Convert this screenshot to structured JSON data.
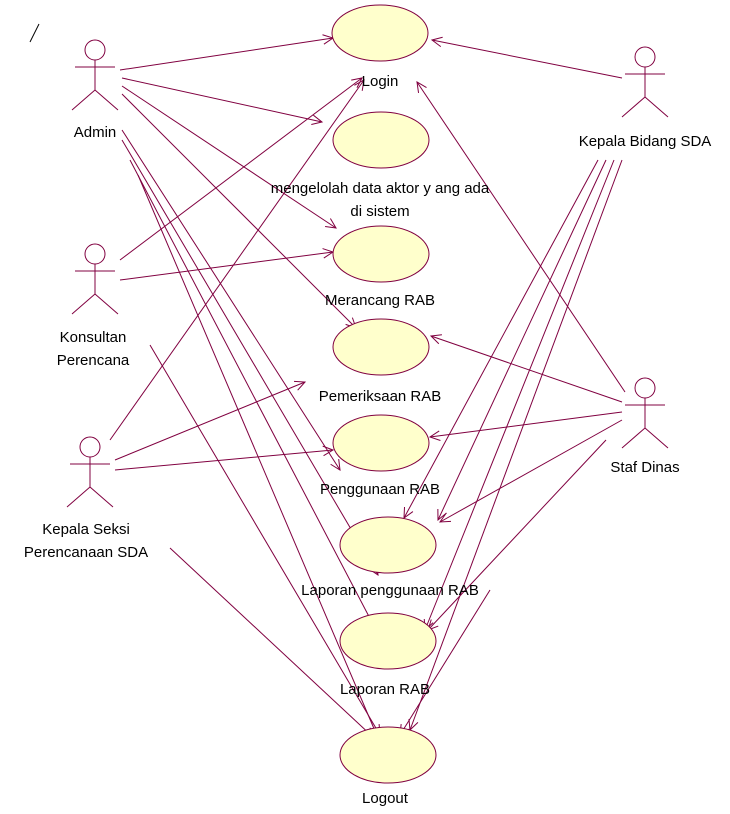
{
  "colors": {
    "line": "#800040",
    "usecase_fill": "#ffffcc",
    "text": "#000000"
  },
  "actors": {
    "admin": "Admin",
    "konsultan_line1": "Konsultan",
    "konsultan_line2": "Perencana",
    "kepala_seksi_line1": "Kepala Seksi",
    "kepala_seksi_line2": "Perencanaan SDA",
    "kepala_bidang": "Kepala Bidang SDA",
    "staf_dinas": "Staf  Dinas"
  },
  "use_cases": {
    "login": "Login",
    "mengelolah_line1": "mengelolah data aktor y ang ada",
    "mengelolah_line2": "di sistem",
    "merancang": "Merancang RAB",
    "pemeriksaan": "Pemeriksaan RAB",
    "penggunaan": "Penggunaan RAB",
    "laporan_penggunaan": "Laporan penggunaan RAB",
    "laporan": "Laporan RAB",
    "logout": "Logout"
  }
}
